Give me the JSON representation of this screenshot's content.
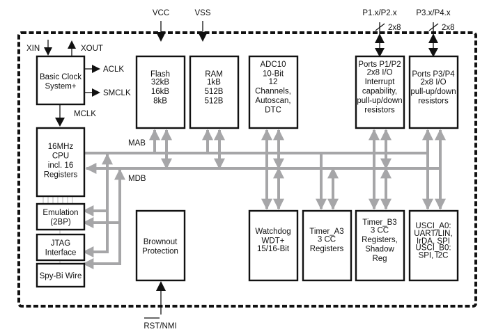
{
  "title": "MSP430 functional block diagram",
  "external_pins": {
    "vcc": "VCC",
    "vss": "VSS",
    "xin": "XIN",
    "xout": "XOUT",
    "port12": "P1.x/P2.x",
    "port34": "P3.x/P4.x",
    "port12_width": "2x8",
    "port34_width": "2x8",
    "reset": "RST/NMI"
  },
  "signals": {
    "aclk": "ACLK",
    "smclk": "SMCLK",
    "mclk": "MCLK",
    "mab": "MAB",
    "mdb": "MDB"
  },
  "blocks": {
    "clock": [
      "Basic Clock",
      "System+"
    ],
    "flash": [
      "Flash",
      "",
      "32kB",
      "16kB",
      "8kB"
    ],
    "ram": [
      "RAM",
      "",
      "1kB",
      "512B",
      "512B"
    ],
    "adc": [
      "ADC10",
      "10-Bit",
      "",
      "12",
      "Channels,",
      "Autoscan,",
      "DTC"
    ],
    "ports12": [
      "Ports P1/P2",
      "",
      "2x8 I/O",
      "Interrupt",
      "capability,",
      "pull-up/down",
      "resistors"
    ],
    "ports34": [
      "Ports P3/P4",
      "",
      "2x8 I/O",
      "pull-up/down",
      "resistors"
    ],
    "cpu": [
      "16MHz",
      "CPU",
      "incl. 16",
      "Registers"
    ],
    "emulation": [
      "Emulation",
      "(2BP)"
    ],
    "jtag": [
      "JTAG",
      "Interface"
    ],
    "spybi": [
      "Spy-Bi Wire"
    ],
    "brownout": [
      "Brownout",
      "Protection"
    ],
    "watchdog": [
      "Watchdog",
      "WDT+",
      "",
      "15/16-Bit"
    ],
    "timer_a3": [
      "Timer_A3",
      "",
      "3 CC",
      "Registers"
    ],
    "timer_b3": [
      "Timer_B3",
      "",
      "3 CC",
      "Registers,",
      "Shadow",
      "Reg"
    ],
    "usci": [
      "USCI_A0:",
      "UART/LIN,",
      "IrDA, SPI",
      "",
      "USCI_B0:",
      "SPI, I2C"
    ]
  }
}
